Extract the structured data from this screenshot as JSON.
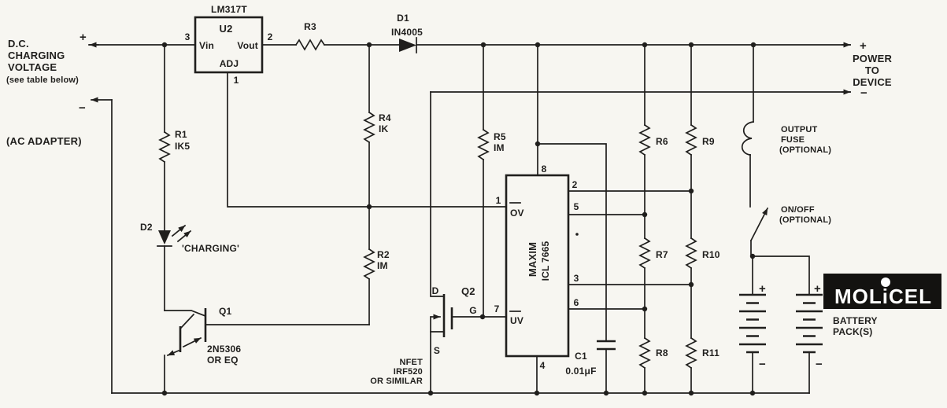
{
  "colors": {
    "ink": "#201f1d",
    "paper": "#f7f6f1",
    "logo_bg": "#131210",
    "logo_fg": "#ffffff"
  },
  "input": {
    "plus": "+",
    "minus": "−",
    "label": [
      "D.C.",
      "CHARGING",
      "VOLTAGE",
      "(see table below)"
    ],
    "adapter": "(AC ADAPTER)"
  },
  "regulator": {
    "part": "LM317T",
    "ref": "U2",
    "vin": "Vin",
    "vout": "Vout",
    "adj": "ADJ",
    "pin_vin": "3",
    "pin_vout": "2",
    "pin_adj": "1"
  },
  "resistors": {
    "r1": {
      "ref": "R1",
      "value": "IK5"
    },
    "r2": {
      "ref": "R2",
      "value": "IM"
    },
    "r3": {
      "ref": "R3"
    },
    "r4": {
      "ref": "R4",
      "value": "IK"
    },
    "r5": {
      "ref": "R5",
      "value": "IM"
    },
    "r6": {
      "ref": "R6"
    },
    "r7": {
      "ref": "R7"
    },
    "r8": {
      "ref": "R8"
    },
    "r9": {
      "ref": "R9"
    },
    "r10": {
      "ref": "R10"
    },
    "r11": {
      "ref": "R11"
    }
  },
  "diode_d1": {
    "ref": "D1",
    "part": "IN4005"
  },
  "led_d2": {
    "ref": "D2",
    "note": "'CHARGING'"
  },
  "q1": {
    "ref": "Q1",
    "part": "2N5306",
    "alt": "OR EQ"
  },
  "q2": {
    "ref": "Q2",
    "drain": "D",
    "gate": "G",
    "source": "S",
    "type": "NFET",
    "part": "IRF520",
    "alt": "OR SIMILAR"
  },
  "ic": {
    "brand": "MAXIM",
    "part": "ICL 7665",
    "ov": "OV",
    "uv": "UV",
    "pin1": "1",
    "pin2": "2",
    "pin3": "3",
    "pin4": "4",
    "pin5": "5",
    "pin6": "6",
    "pin7": "7",
    "pin8": "8"
  },
  "c1": {
    "ref": "C1",
    "value": "0.01μF"
  },
  "output": {
    "plus": "+",
    "minus": "−",
    "label": [
      "POWER",
      "TO",
      "DEVICE"
    ]
  },
  "fuse_note": [
    "OUTPUT",
    "FUSE",
    "(OPTIONAL)"
  ],
  "switch_note": [
    "ON/OFF",
    "(OPTIONAL)"
  ],
  "battery": {
    "brand": "MOLiCEL",
    "label": [
      "BATTERY",
      "PACK(S)"
    ],
    "b1_plus": "+",
    "b1_minus": "−",
    "b2_plus": "+",
    "b2_minus": "−"
  }
}
